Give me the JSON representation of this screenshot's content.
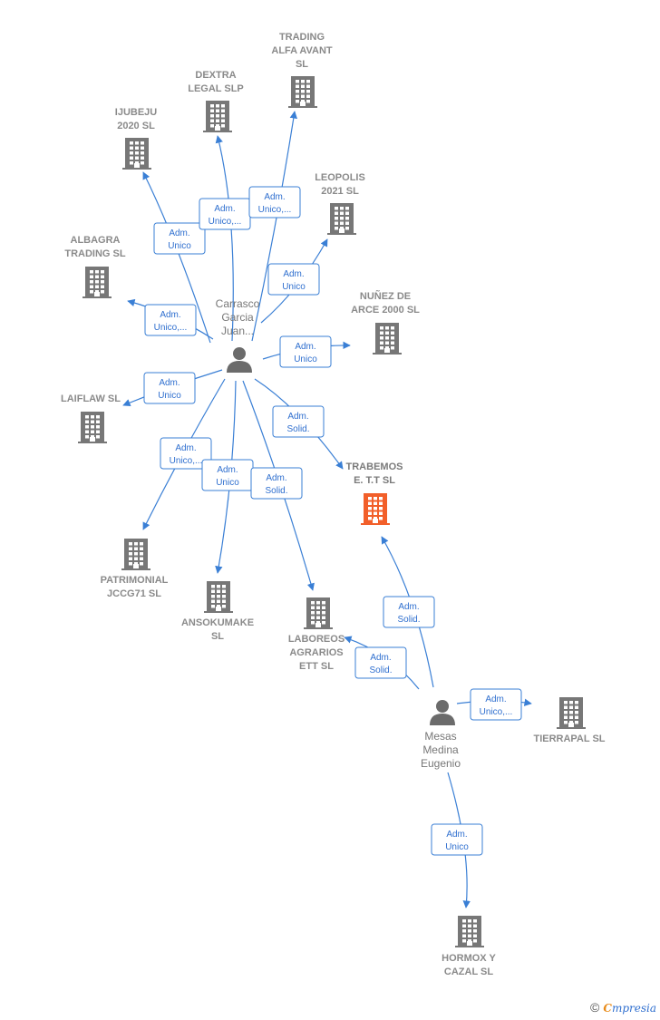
{
  "colors": {
    "edge": "#3a7fd5",
    "company": "#777777",
    "highlight": "#f25f2a",
    "person": "#6b6b6b"
  },
  "people": [
    {
      "id": "carrasco",
      "lines": [
        "Carrasco",
        "Garcia",
        "Juan..."
      ]
    },
    {
      "id": "mesas",
      "lines": [
        "Mesas",
        "Medina",
        "Eugenio"
      ]
    }
  ],
  "companies": [
    {
      "id": "trading_alfa",
      "lines": [
        "TRADING",
        "ALFA AVANT",
        "SL"
      ]
    },
    {
      "id": "dextra",
      "lines": [
        "DEXTRA",
        "LEGAL SLP"
      ]
    },
    {
      "id": "ijubeju",
      "lines": [
        "IJUBEJU",
        "2020  SL"
      ]
    },
    {
      "id": "leopolis",
      "lines": [
        "LEOPOLIS",
        "2021  SL"
      ]
    },
    {
      "id": "albagra",
      "lines": [
        "ALBAGRA",
        "TRADING  SL"
      ]
    },
    {
      "id": "nunez",
      "lines": [
        "NUÑEZ DE",
        "ARCE 2000 SL"
      ]
    },
    {
      "id": "laiflaw",
      "lines": [
        "LAIFLAW  SL"
      ]
    },
    {
      "id": "trabemos",
      "lines": [
        "TRABEMOS",
        "E. T.T  SL"
      ],
      "highlight": true
    },
    {
      "id": "patrimonial",
      "lines": [
        "PATRIMONIAL",
        "JCCG71  SL"
      ]
    },
    {
      "id": "ansokumake",
      "lines": [
        "ANSOKUMAKE",
        "SL"
      ]
    },
    {
      "id": "laboreos",
      "lines": [
        "LABOREOS",
        "AGRARIOS",
        "ETT  SL"
      ]
    },
    {
      "id": "tierrapal",
      "lines": [
        "TIERRAPAL  SL"
      ]
    },
    {
      "id": "hormox",
      "lines": [
        "HORMOX Y",
        "CAZAL  SL"
      ]
    }
  ],
  "edges": [
    {
      "from": "carrasco",
      "to": "ijubeju",
      "label": [
        "Adm.",
        "Unico"
      ]
    },
    {
      "from": "carrasco",
      "to": "dextra",
      "label": [
        "Adm.",
        "Unico,..."
      ]
    },
    {
      "from": "carrasco",
      "to": "trading_alfa",
      "label": [
        "Adm.",
        "Unico,..."
      ]
    },
    {
      "from": "carrasco",
      "to": "leopolis",
      "label": [
        "Adm.",
        "Unico"
      ]
    },
    {
      "from": "carrasco",
      "to": "albagra",
      "label": [
        "Adm.",
        "Unico,..."
      ]
    },
    {
      "from": "carrasco",
      "to": "nunez",
      "label": [
        "Adm.",
        "Unico"
      ]
    },
    {
      "from": "carrasco",
      "to": "laiflaw",
      "label": [
        "Adm.",
        "Unico"
      ]
    },
    {
      "from": "carrasco",
      "to": "trabemos",
      "label": [
        "Adm.",
        "Solid."
      ]
    },
    {
      "from": "carrasco",
      "to": "patrimonial",
      "label": [
        "Adm.",
        "Unico,..."
      ]
    },
    {
      "from": "carrasco",
      "to": "ansokumake",
      "label": [
        "Adm.",
        "Unico"
      ]
    },
    {
      "from": "carrasco",
      "to": "laboreos",
      "label": [
        "Adm.",
        "Solid."
      ]
    },
    {
      "from": "mesas",
      "to": "trabemos",
      "label": [
        "Adm.",
        "Solid."
      ]
    },
    {
      "from": "mesas",
      "to": "laboreos",
      "label": [
        "Adm.",
        "Solid."
      ]
    },
    {
      "from": "mesas",
      "to": "tierrapal",
      "label": [
        "Adm.",
        "Unico,..."
      ]
    },
    {
      "from": "mesas",
      "to": "hormox",
      "label": [
        "Adm.",
        "Unico"
      ]
    }
  ],
  "footer": {
    "copyright": "©",
    "brand_first": "C",
    "brand_rest": "mpresia"
  }
}
